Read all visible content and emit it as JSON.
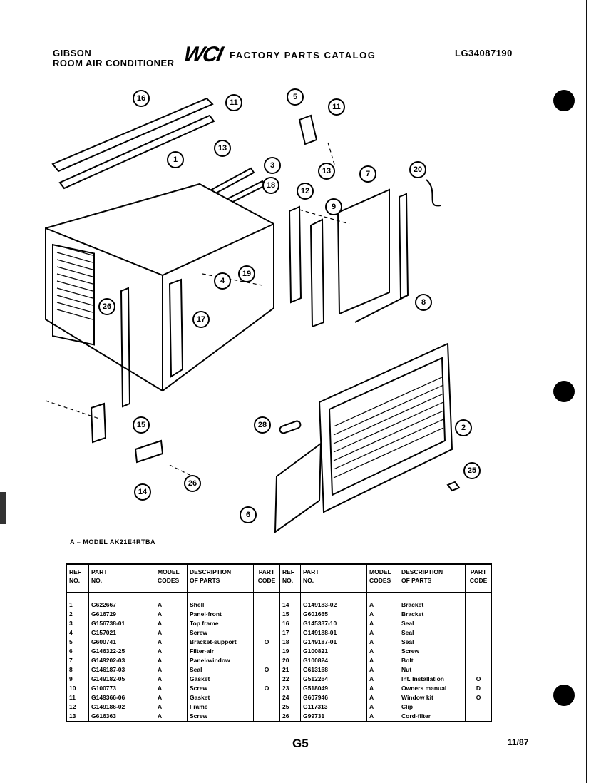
{
  "header": {
    "brand": "GIBSON",
    "subtitle": "ROOM AIR CONDITIONER",
    "logo": "WCI",
    "catalog_title": "FACTORY PARTS CATALOG",
    "catalog_number": "LG34087190"
  },
  "diagram": {
    "callouts": [
      "16",
      "11",
      "5",
      "11",
      "1",
      "13",
      "3",
      "18",
      "13",
      "12",
      "7",
      "20",
      "9",
      "4",
      "19",
      "17",
      "26",
      "8",
      "28",
      "2",
      "15",
      "25",
      "14",
      "26",
      "6"
    ]
  },
  "model_note": "A = MODEL AK21E4RTBA",
  "table": {
    "headers": {
      "ref": [
        "REF",
        "NO."
      ],
      "part": [
        "PART",
        "NO."
      ],
      "model": [
        "MODEL",
        "CODES"
      ],
      "desc": [
        "DESCRIPTION",
        "OF PARTS"
      ],
      "code": [
        "PART",
        "CODE"
      ]
    },
    "left_rows": [
      {
        "ref": "1",
        "part": "G622667",
        "model": "A",
        "desc": "Shell",
        "code": ""
      },
      {
        "ref": "2",
        "part": "G616729",
        "model": "A",
        "desc": "Panel-front",
        "code": ""
      },
      {
        "ref": "3",
        "part": "G156738-01",
        "model": "A",
        "desc": "Top frame",
        "code": ""
      },
      {
        "ref": "4",
        "part": "G157021",
        "model": "A",
        "desc": "Screw",
        "code": ""
      },
      {
        "ref": "5",
        "part": "G600741",
        "model": "A",
        "desc": "Bracket-support",
        "code": "O"
      },
      {
        "ref": "6",
        "part": "G146322-25",
        "model": "A",
        "desc": "Filter-air",
        "code": ""
      },
      {
        "ref": "7",
        "part": "G149202-03",
        "model": "A",
        "desc": "Panel-window",
        "code": ""
      },
      {
        "ref": "8",
        "part": "G146187-03",
        "model": "A",
        "desc": "Seal",
        "code": "O"
      },
      {
        "ref": "9",
        "part": "G149182-05",
        "model": "A",
        "desc": "Gasket",
        "code": ""
      },
      {
        "ref": "10",
        "part": "G100773",
        "model": "A",
        "desc": "Screw",
        "code": "O"
      },
      {
        "ref": "11",
        "part": "G149366-06",
        "model": "A",
        "desc": "Gasket",
        "code": ""
      },
      {
        "ref": "12",
        "part": "G149186-02",
        "model": "A",
        "desc": "Frame",
        "code": ""
      },
      {
        "ref": "13",
        "part": "G616363",
        "model": "A",
        "desc": "Screw",
        "code": ""
      }
    ],
    "right_rows": [
      {
        "ref": "14",
        "part": "G149183-02",
        "model": "A",
        "desc": "Bracket",
        "code": ""
      },
      {
        "ref": "15",
        "part": "G601665",
        "model": "A",
        "desc": "Bracket",
        "code": ""
      },
      {
        "ref": "16",
        "part": "G145337-10",
        "model": "A",
        "desc": "Seal",
        "code": ""
      },
      {
        "ref": "17",
        "part": "G149188-01",
        "model": "A",
        "desc": "Seal",
        "code": ""
      },
      {
        "ref": "18",
        "part": "G149187-01",
        "model": "A",
        "desc": "Seal",
        "code": ""
      },
      {
        "ref": "19",
        "part": "G100821",
        "model": "A",
        "desc": "Screw",
        "code": ""
      },
      {
        "ref": "20",
        "part": "G100824",
        "model": "A",
        "desc": "Bolt",
        "code": ""
      },
      {
        "ref": "21",
        "part": "G613168",
        "model": "A",
        "desc": "Nut",
        "code": ""
      },
      {
        "ref": "22",
        "part": "G512264",
        "model": "A",
        "desc": "Int. Installation",
        "code": "O"
      },
      {
        "ref": "23",
        "part": "G518049",
        "model": "A",
        "desc": "Owners manual",
        "code": "D"
      },
      {
        "ref": "24",
        "part": "G607946",
        "model": "A",
        "desc": "Window kit",
        "code": "O"
      },
      {
        "ref": "25",
        "part": "G117313",
        "model": "A",
        "desc": "Clip",
        "code": ""
      },
      {
        "ref": "26",
        "part": "G99731",
        "model": "A",
        "desc": "Cord-filter",
        "code": ""
      }
    ]
  },
  "footer": {
    "page_code": "G5",
    "date": "11/87"
  }
}
